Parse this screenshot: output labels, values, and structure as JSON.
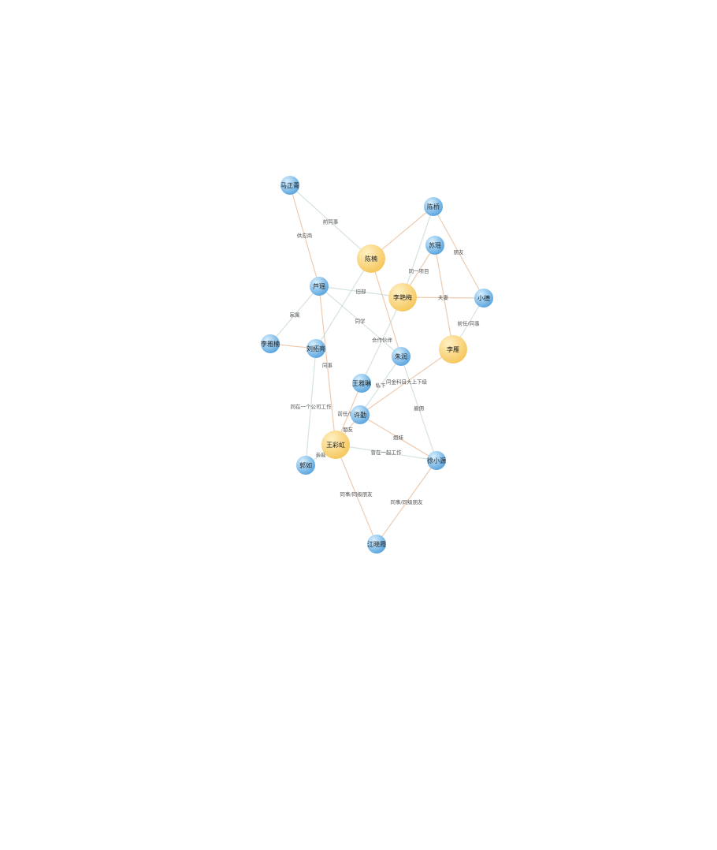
{
  "colors": {
    "hub_node": "#f6c860",
    "hub_node_light": "#fff1c4",
    "leaf_node": "#5fa7df",
    "leaf_node_light": "#d7f0ff",
    "edge_warm": "#e8b996",
    "edge_cool": "#c7d9d3"
  },
  "graph": {
    "nodes": [
      {
        "id": "n1",
        "label": "马正青",
        "kind": "leaf"
      },
      {
        "id": "n2",
        "label": "陈桥",
        "kind": "leaf"
      },
      {
        "id": "n3",
        "label": "陈楠",
        "kind": "hub"
      },
      {
        "id": "n4",
        "label": "苏瑶",
        "kind": "leaf"
      },
      {
        "id": "n5",
        "label": "芦瑶",
        "kind": "leaf"
      },
      {
        "id": "n6",
        "label": "李艳梅",
        "kind": "hub"
      },
      {
        "id": "n7",
        "label": "小德",
        "kind": "leaf"
      },
      {
        "id": "n8",
        "label": "李雅楠",
        "kind": "leaf"
      },
      {
        "id": "n9",
        "label": "刘拓亮",
        "kind": "leaf"
      },
      {
        "id": "n10",
        "label": "李雁",
        "kind": "hub"
      },
      {
        "id": "n11",
        "label": "朱润",
        "kind": "leaf"
      },
      {
        "id": "n12",
        "label": "王雅琳",
        "kind": "leaf"
      },
      {
        "id": "n13",
        "label": "许勤",
        "kind": "leaf"
      },
      {
        "id": "n14",
        "label": "王彩虹",
        "kind": "hub"
      },
      {
        "id": "n15",
        "label": "郭如",
        "kind": "leaf"
      },
      {
        "id": "n16",
        "label": "徐小源",
        "kind": "leaf"
      },
      {
        "id": "n17",
        "label": "江晓霞",
        "kind": "leaf"
      }
    ],
    "edges": [
      {
        "source": "n1",
        "target": "n3",
        "label": "前同事",
        "tone": "cool"
      },
      {
        "source": "n1",
        "target": "n5",
        "label": "供应商",
        "tone": "warm"
      },
      {
        "source": "n2",
        "target": "n3",
        "label": "",
        "tone": "warm"
      },
      {
        "source": "n2",
        "target": "n6",
        "label": "",
        "tone": "cool"
      },
      {
        "source": "n2",
        "target": "n7",
        "label": "朋友",
        "tone": "warm"
      },
      {
        "source": "n4",
        "target": "n6",
        "label": "同一项目",
        "tone": "warm"
      },
      {
        "source": "n4",
        "target": "n10",
        "label": "",
        "tone": "warm"
      },
      {
        "source": "n3",
        "target": "n9",
        "label": "",
        "tone": "cool"
      },
      {
        "source": "n3",
        "target": "n11",
        "label": "",
        "tone": "warm"
      },
      {
        "source": "n5",
        "target": "n6",
        "label": "旧部",
        "tone": "cool"
      },
      {
        "source": "n5",
        "target": "n11",
        "label": "同学",
        "tone": "cool"
      },
      {
        "source": "n5",
        "target": "n8",
        "label": "家属",
        "tone": "cool"
      },
      {
        "source": "n5",
        "target": "n14",
        "label": "同事",
        "tone": "warm"
      },
      {
        "source": "n6",
        "target": "n7",
        "label": "夫妻",
        "tone": "warm"
      },
      {
        "source": "n6",
        "target": "n12",
        "label": "合作伙伴",
        "tone": "cool"
      },
      {
        "source": "n7",
        "target": "n10",
        "label": "前任/同事",
        "tone": "cool"
      },
      {
        "source": "n8",
        "target": "n9",
        "label": "",
        "tone": "warm"
      },
      {
        "source": "n9",
        "target": "n15",
        "label": "同在一个公司工作",
        "tone": "cool"
      },
      {
        "source": "n11",
        "target": "n16",
        "label": "雇佣",
        "tone": "cool"
      },
      {
        "source": "n11",
        "target": "n13",
        "label": "私下",
        "tone": "cool"
      },
      {
        "source": "n10",
        "target": "n13",
        "label": "同金科目大上下级",
        "tone": "warm"
      },
      {
        "source": "n12",
        "target": "n14",
        "label": "前任/朋友",
        "tone": "warm"
      },
      {
        "source": "n13",
        "target": "n14",
        "label": "朋友",
        "tone": "warm"
      },
      {
        "source": "n13",
        "target": "n16",
        "label": "姐妹",
        "tone": "warm"
      },
      {
        "source": "n14",
        "target": "n15",
        "label": "亲戚",
        "tone": "cool"
      },
      {
        "source": "n14",
        "target": "n16",
        "label": "曾在一起工作",
        "tone": "cool"
      },
      {
        "source": "n14",
        "target": "n17",
        "label": "同事/同级朋友",
        "tone": "warm"
      },
      {
        "source": "n16",
        "target": "n17",
        "label": "同事/同级朋友",
        "tone": "warm"
      }
    ]
  }
}
